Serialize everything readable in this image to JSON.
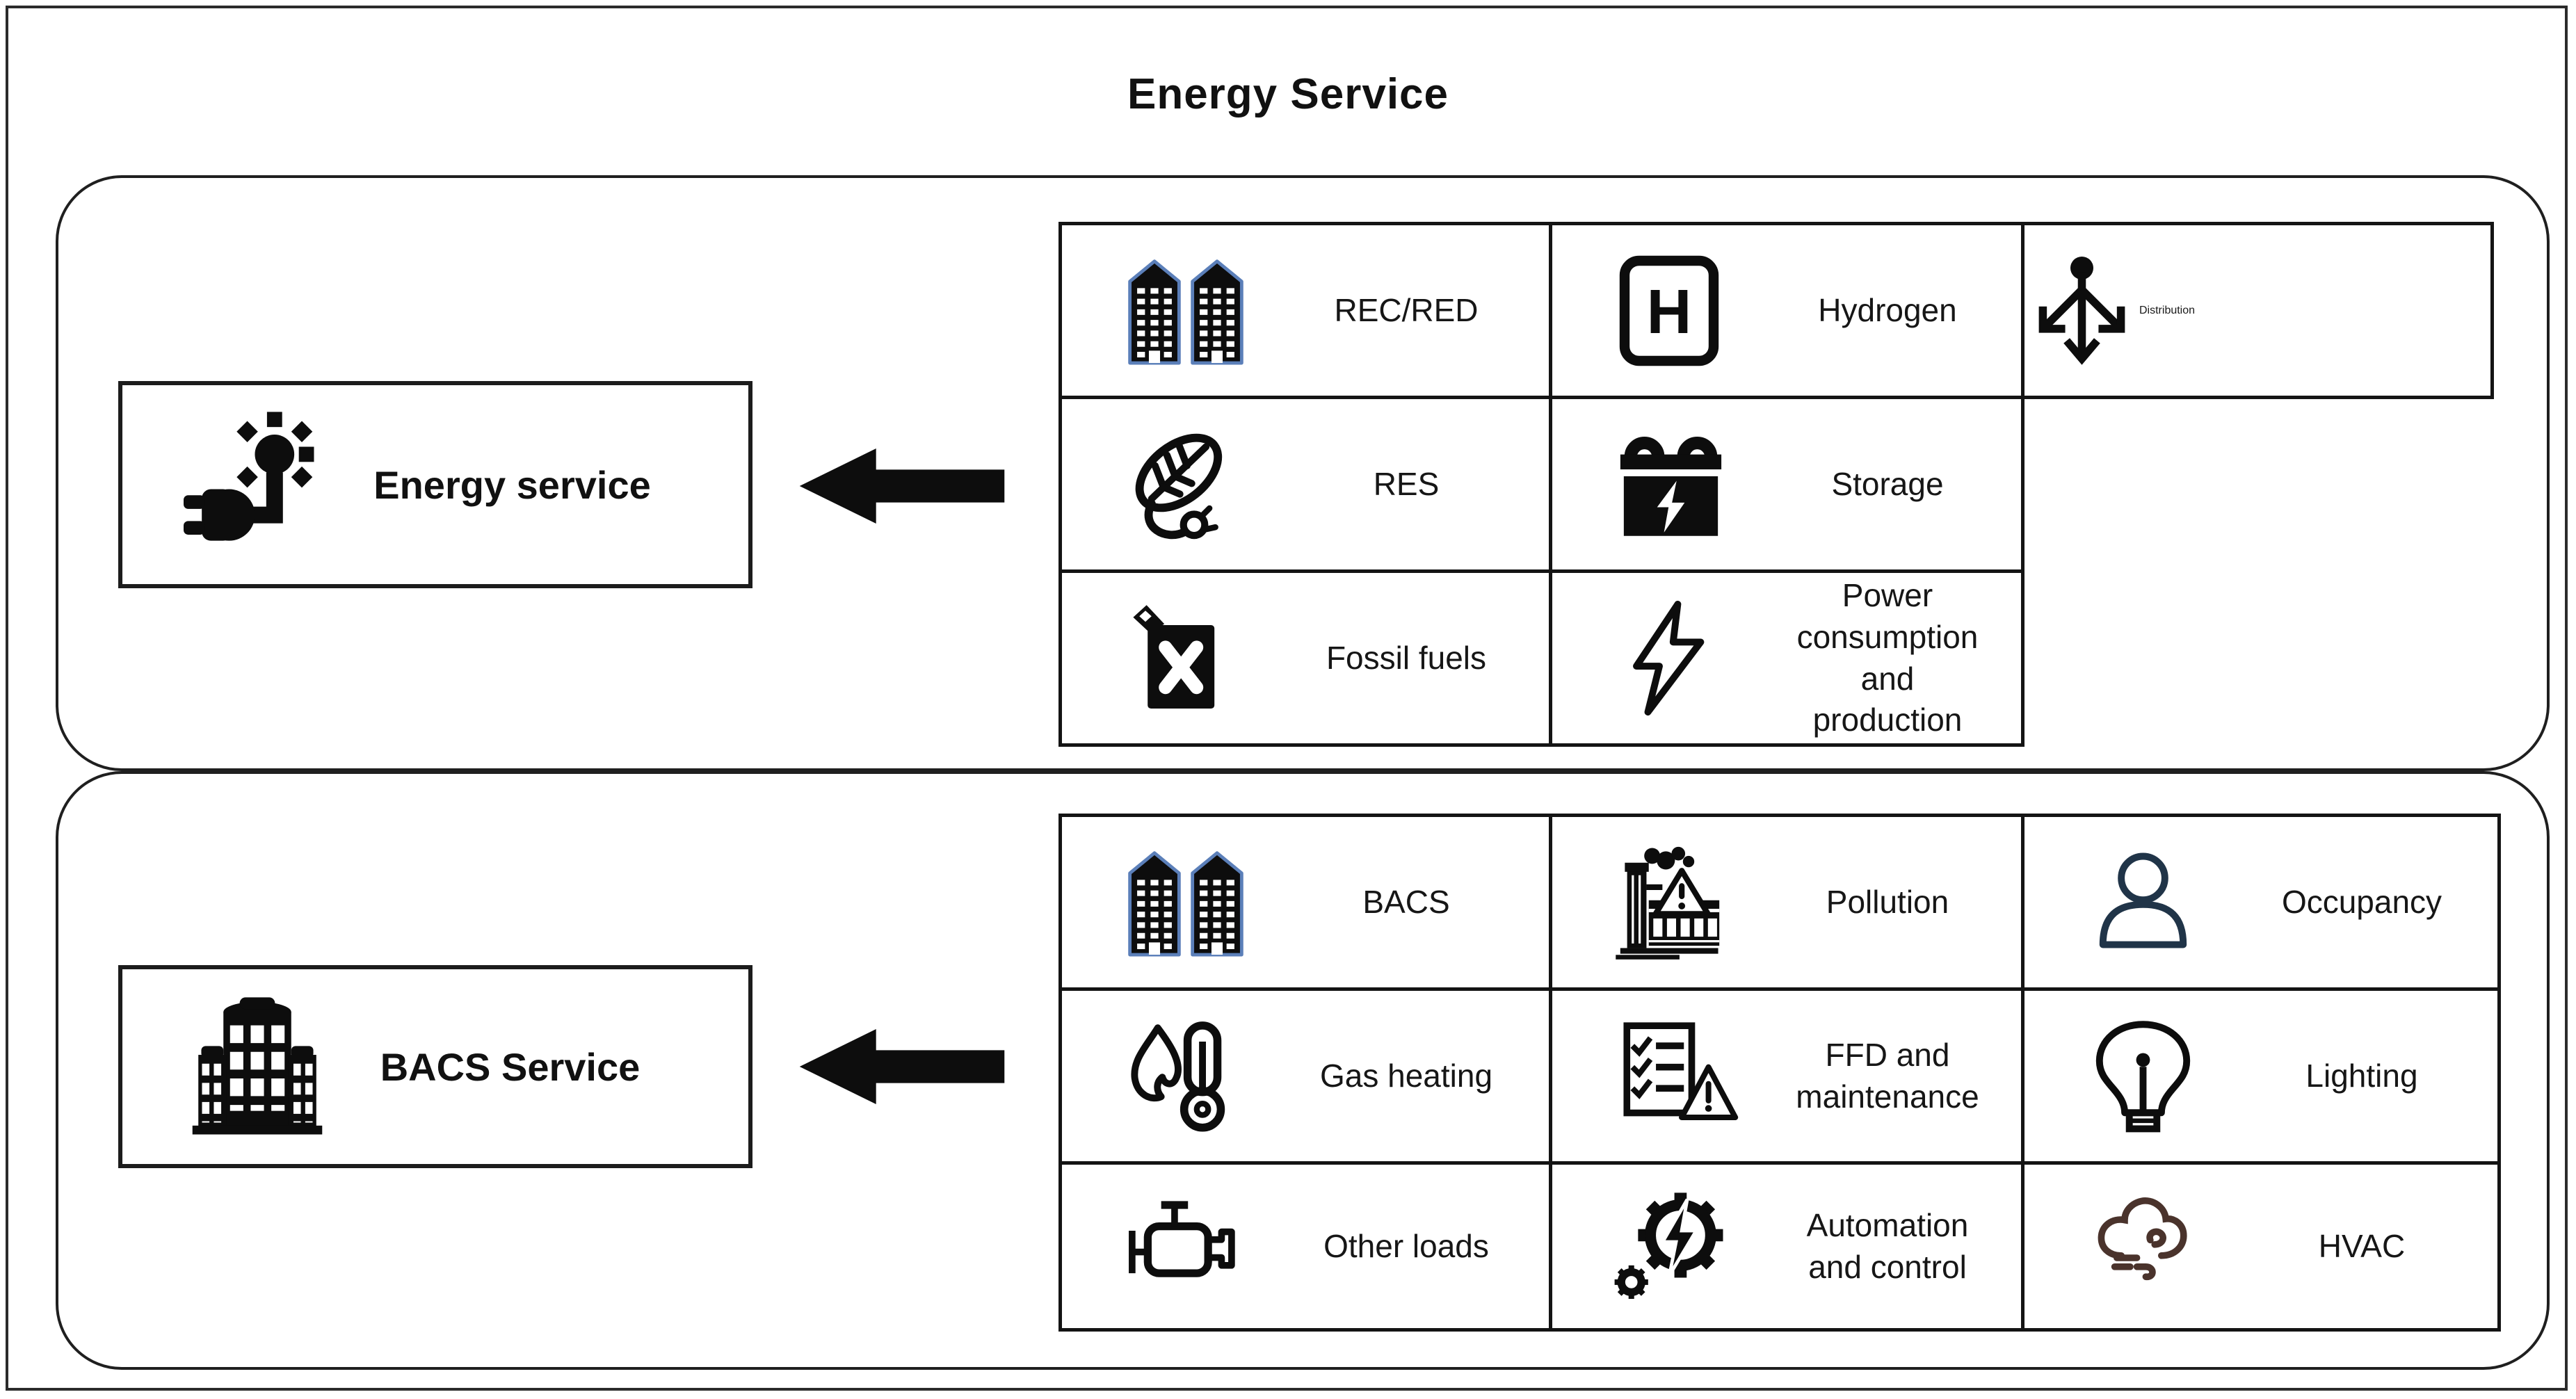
{
  "title": "Energy Service",
  "colors": {
    "line": "#1f1f1f",
    "icon_black": "#0d0d0d",
    "building_outline_blue": "#5b7fb9",
    "person_navy": "#203448",
    "hvac_brown": "#4a332c"
  },
  "energy_section": {
    "service_box": {
      "label": "Energy service",
      "icon": "plug-sun-icon"
    },
    "arrow_icon": "left-block-arrow-icon",
    "cells": [
      {
        "label": "REC/RED",
        "icon": "twin-buildings-icon"
      },
      {
        "label": "Hydrogen",
        "icon": "hydrogen-square-icon"
      },
      {
        "label": "Distribution",
        "icon": "distribution-arrows-icon"
      },
      {
        "label": "RES",
        "icon": "leaf-plug-icon"
      },
      {
        "label": "Storage",
        "icon": "battery-icon"
      },
      {
        "label": "Fossil fuels",
        "icon": "fuel-can-icon"
      },
      {
        "label": "Power consumption\nand production",
        "icon": "lightning-bolt-icon"
      }
    ]
  },
  "bacs_section": {
    "service_box": {
      "label": "BACS Service",
      "icon": "building-icon"
    },
    "arrow_icon": "left-block-arrow-icon",
    "cells": [
      {
        "label": "BACS",
        "icon": "twin-buildings-icon"
      },
      {
        "label": "Pollution",
        "icon": "factory-pollution-icon"
      },
      {
        "label": "Occupancy",
        "icon": "person-icon"
      },
      {
        "label": "Gas heating",
        "icon": "flame-thermometer-icon"
      },
      {
        "label": "FFD and\nmaintenance",
        "icon": "checklist-warning-icon"
      },
      {
        "label": "Lighting",
        "icon": "lightbulb-icon"
      },
      {
        "label": "Other loads",
        "icon": "engine-icon"
      },
      {
        "label": "Automation\nand control",
        "icon": "gear-bolt-icon"
      },
      {
        "label": "HVAC",
        "icon": "cloud-wind-icon"
      }
    ]
  }
}
